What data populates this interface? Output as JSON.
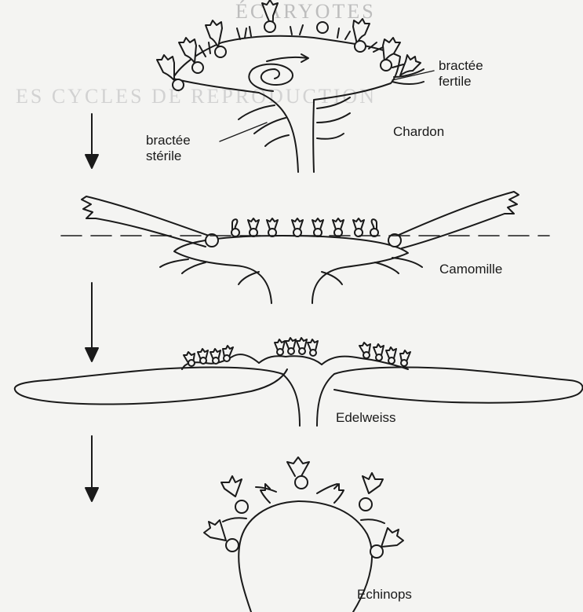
{
  "labels": {
    "bractee_fertile_1": "bractée",
    "bractee_fertile_2": "fertile",
    "bractee_sterile_1": "bractée",
    "bractee_sterile_2": "stérile",
    "chardon": "Chardon",
    "camomille": "Camomille",
    "edelweiss": "Edelweiss",
    "echinops": "Echinops"
  },
  "colors": {
    "ink": "#1a1a1a",
    "paper": "#f4f4f2",
    "ghost": "#bdbdbd"
  }
}
